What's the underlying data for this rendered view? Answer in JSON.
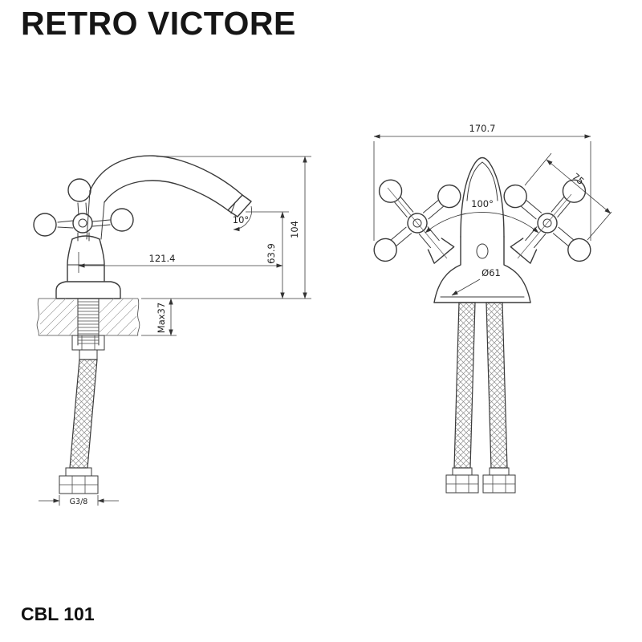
{
  "title": "RETRO VICTORE",
  "model": "CBL 101",
  "side_view": {
    "dims": {
      "spout_reach": "121.4",
      "total_height": "104",
      "spout_height": "63.9",
      "spout_angle": "10°",
      "deck_thickness": "Max37",
      "thread_size": "G3/8"
    }
  },
  "front_view": {
    "dims": {
      "overall_width": "170.7",
      "handle_width": "75",
      "handle_angle": "100°",
      "base_diameter": "Ø61"
    }
  }
}
